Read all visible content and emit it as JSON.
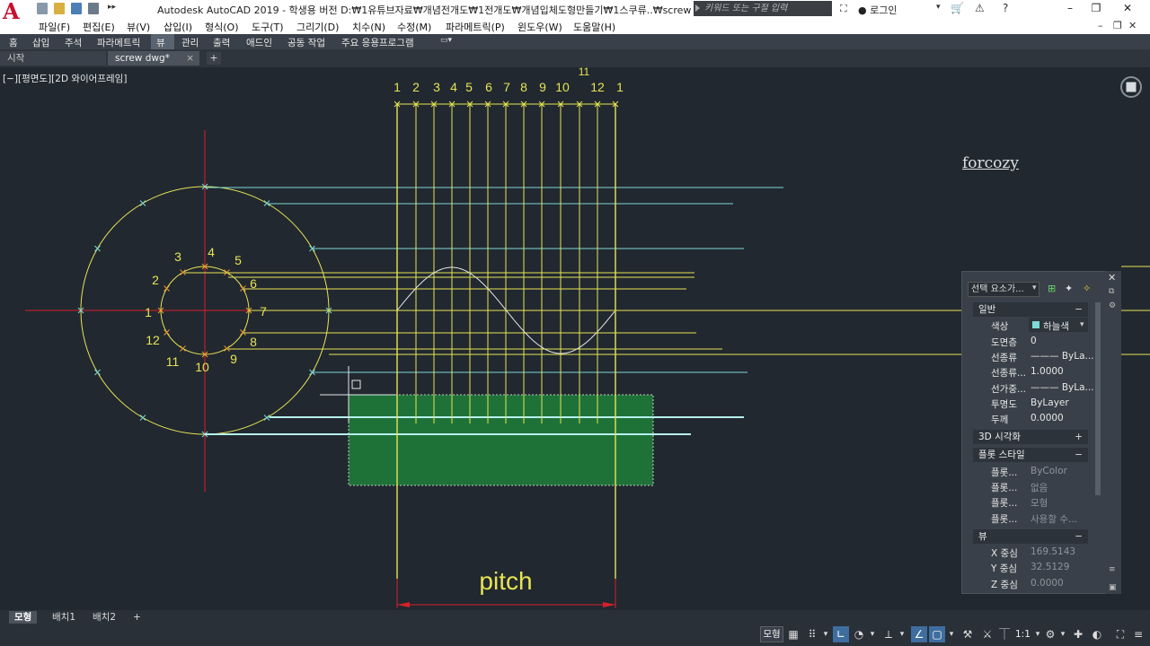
{
  "window": {
    "title": "Autodesk AutoCAD 2019 - 학생용 버전    D:₩1유튜브자료₩개념전개도₩1전개도₩개념입체도형만들기₩1스쿠류..₩screw dwg.dwg",
    "search_placeholder": "키워드 또는 구절 입력",
    "signin_label": "로그인",
    "controls": [
      "–",
      "❐",
      "✕"
    ],
    "doc_controls": [
      "–",
      "❐",
      "✕"
    ]
  },
  "menu": [
    "파일(F)",
    "편집(E)",
    "뷰(V)",
    "삽입(I)",
    "형식(O)",
    "도구(T)",
    "그리기(D)",
    "치수(N)",
    "수정(M)",
    "파라메트릭(P)",
    "윈도우(W)",
    "도움말(H)"
  ],
  "ribbon_tabs": [
    "홈",
    "삽입",
    "주석",
    "파라메트릭",
    "뷰",
    "관리",
    "출력",
    "애드인",
    "공동 작업",
    "주요 응용프로그램"
  ],
  "ribbon_active": "뷰",
  "doc_tabs": {
    "start": "시작",
    "drawing": "screw dwg*",
    "close": "×",
    "add": "+"
  },
  "viewport_label": "[−][평면도][2D 와이어프레임]",
  "watermark": "forcozy",
  "drawing": {
    "circle_labels": [
      "1",
      "2",
      "3",
      "4",
      "5",
      "6",
      "7",
      "8",
      "9",
      "10",
      "11",
      "12"
    ],
    "top_labels": [
      "1",
      "2",
      "3",
      "4",
      "5",
      "6",
      "7",
      "8",
      "9",
      "10",
      "12",
      "1"
    ],
    "top_extra_label": "11",
    "dimension_text": "pitch",
    "colors": {
      "yellow": "#e7e454",
      "cyan": "#7fd9d6",
      "red": "#d7202a",
      "white": "#e8e8e8",
      "selection": "#1e7a3a"
    }
  },
  "properties": {
    "selector": "선택 요소가...",
    "sections": {
      "general": "일반",
      "visualization": "3D 시각화",
      "plot_style": "플롯 스타일",
      "view": "뷰"
    },
    "general_rows": [
      {
        "label": "색상",
        "value": "하늘색"
      },
      {
        "label": "도면층",
        "value": "0"
      },
      {
        "label": "선종류",
        "value": "——— ByLa..."
      },
      {
        "label": "선종류...",
        "value": "1.0000"
      },
      {
        "label": "선가중...",
        "value": "——— ByLa..."
      },
      {
        "label": "투명도",
        "value": "ByLayer"
      },
      {
        "label": "두께",
        "value": "0.0000"
      }
    ],
    "plot_rows": [
      {
        "label": "플롯...",
        "value": "ByColor"
      },
      {
        "label": "플롯...",
        "value": "없음"
      },
      {
        "label": "플롯...",
        "value": "모형"
      },
      {
        "label": "플롯...",
        "value": "사용할 수..."
      }
    ],
    "view_rows": [
      {
        "label": "X 중심",
        "value": "169.5143"
      },
      {
        "label": "Y 중심",
        "value": "32.5129"
      },
      {
        "label": "Z 중심",
        "value": "0.0000"
      }
    ],
    "color_swatch": "#7fd9d6"
  },
  "layout_tabs": [
    "모형",
    "배치1",
    "배치2",
    "+"
  ],
  "status": {
    "model_label": "모형",
    "scale": "1:1"
  }
}
